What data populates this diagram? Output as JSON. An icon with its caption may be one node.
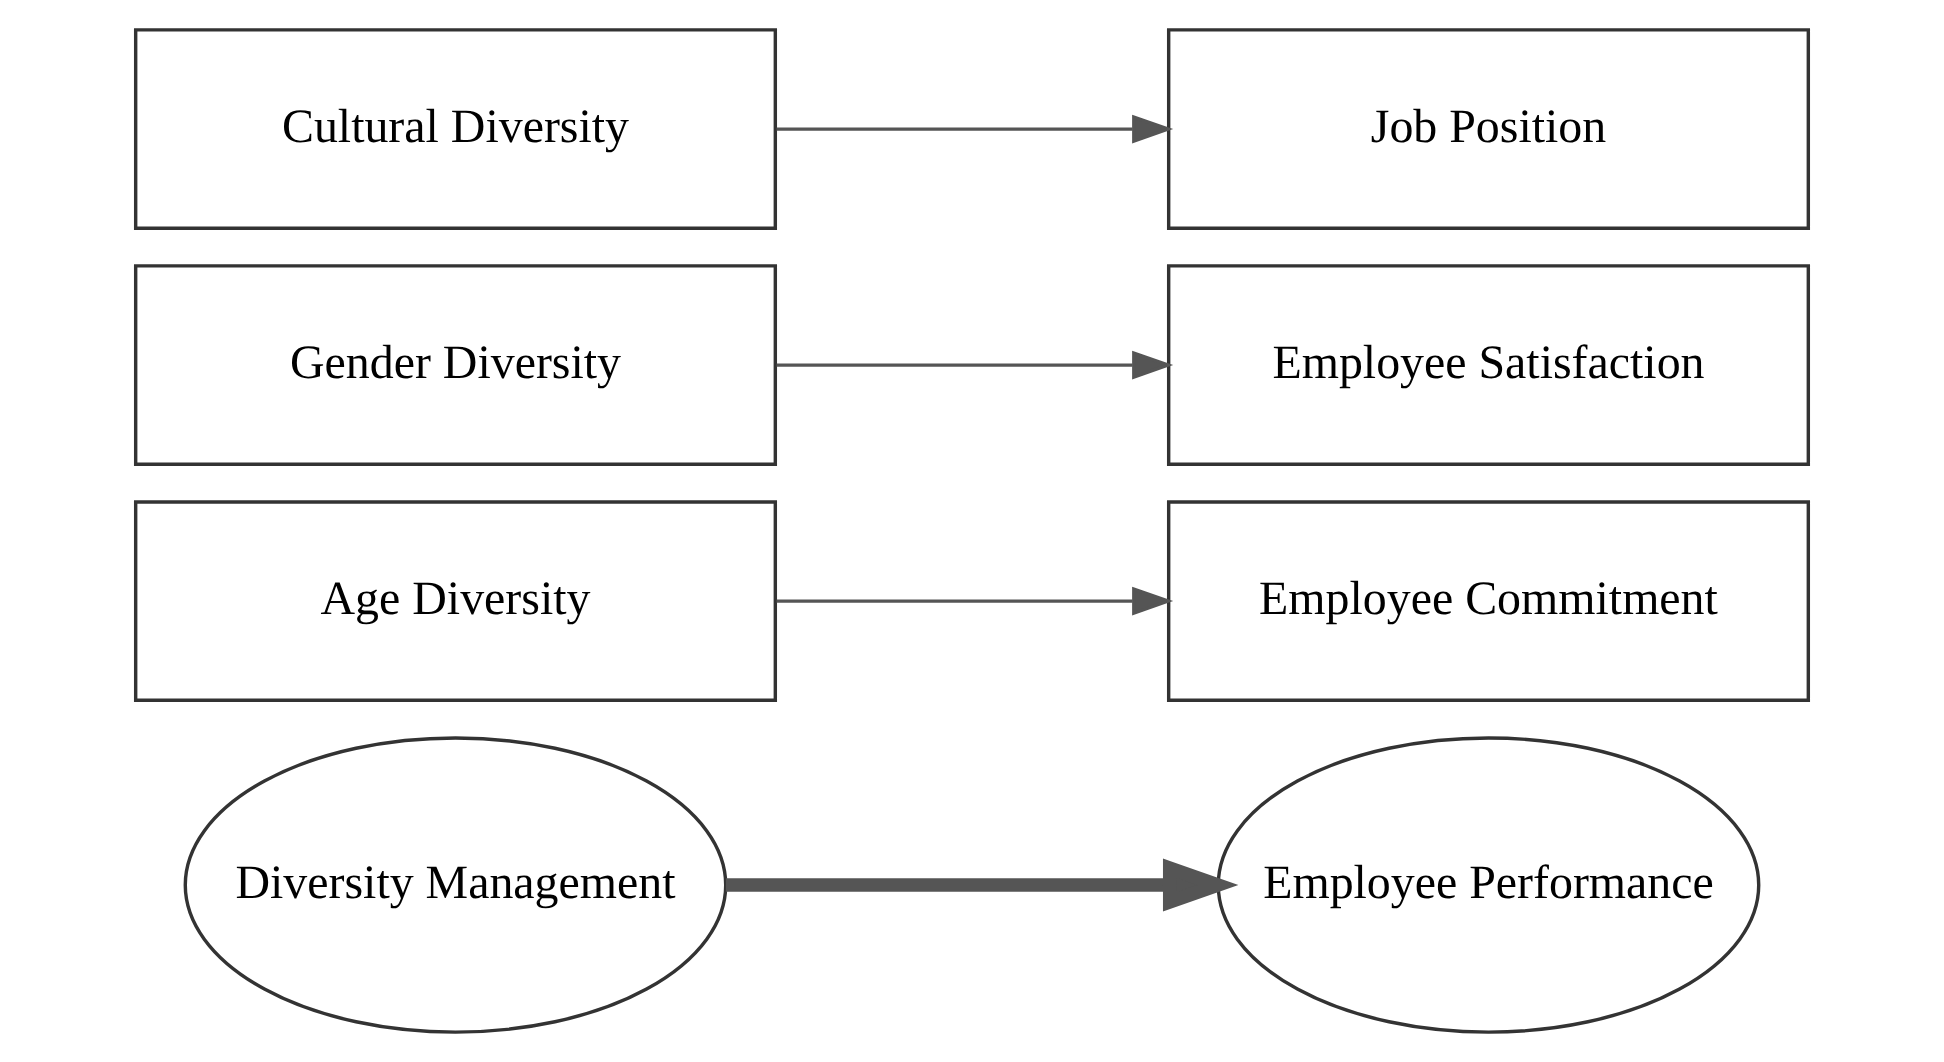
{
  "diagram": {
    "nodes": [
      {
        "text": [
          "Diversity Management"
        ]
      },
      {
        "text": [
          "Employee Performance"
        ]
      },
      {
        "text": [
          "Age Diversity"
        ]
      },
      {
        "text": [
          "Gender Diversity"
        ]
      },
      {
        "text": [
          "Cultural Diversity"
        ]
      },
      {
        "text": [
          "Employee Commitment"
        ]
      },
      {
        "text": [
          "Employee Satisfaction"
        ]
      },
      {
        "text": [
          "Job Position"
        ]
      }
    ],
    "edges": [
      {
        "from": 0,
        "to": 1,
        "arrow": "to",
        "style": "thick"
      },
      {
        "from": 2,
        "to": 5,
        "arrow": "to"
      },
      {
        "from": 3,
        "to": 6,
        "arrow": "to"
      },
      {
        "from": 4,
        "to": 7,
        "arrow": "to"
      }
    ]
  }
}
